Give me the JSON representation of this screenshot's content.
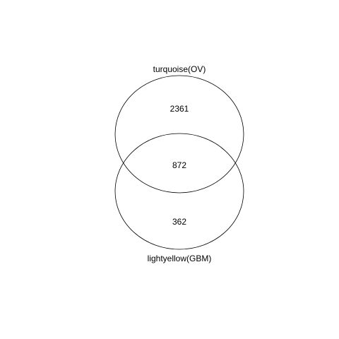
{
  "venn": {
    "sets": [
      {
        "label": "turquoise(OV)"
      },
      {
        "label": "lightyellow(GBM)"
      }
    ],
    "regions": {
      "top_only": "2361",
      "intersection": "872",
      "bottom_only": "362"
    },
    "stroke_color": "#000000",
    "background_color": "#ffffff"
  }
}
